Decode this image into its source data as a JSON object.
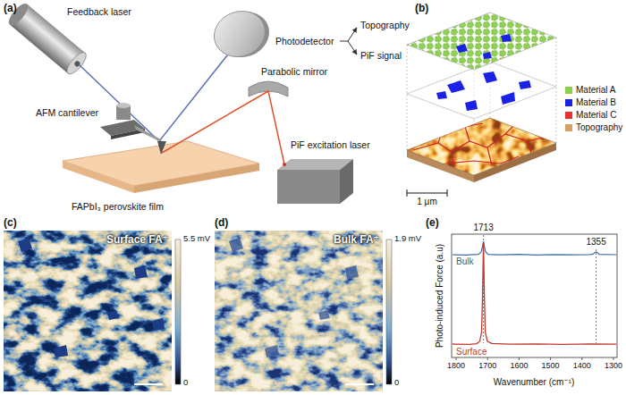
{
  "diagram": {
    "labels": [
      "(a)",
      "Feedback laser",
      "Photodetector",
      "Topography",
      "PiF signal",
      "AFM cantilever",
      "Parabolic mirror",
      "PiF excitation laser",
      "FAPbI₃ perovskite film",
      "(b)",
      "1 μm",
      "(c)",
      "Surface FA⁺",
      "5.5 mV",
      "0",
      "(d)",
      "Bulk FA⁺",
      "1.9 mV",
      "0",
      "(e)",
      "Photo-induced Force (a.u)",
      "Wavenumber (cm⁻¹)",
      "1800",
      "1700",
      "1600",
      "1500",
      "1400",
      "1300",
      "1713",
      "1355",
      "Bulk",
      "Surface"
    ],
    "legend": [
      {
        "text": "Material A",
        "color": "#8cd04a"
      },
      {
        "text": "Material B",
        "color": "#1a22e6"
      },
      {
        "text": "Material C",
        "color": "#e3342f"
      },
      {
        "text": "Topography",
        "color": "#d9a066"
      }
    ]
  }
}
